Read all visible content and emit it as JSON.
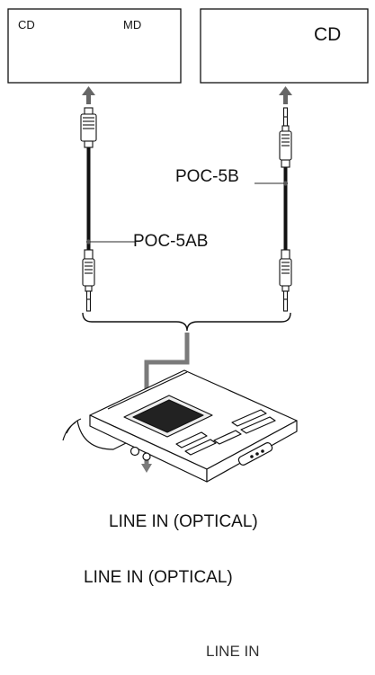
{
  "devices": {
    "left_box": {
      "label_cd": "CD",
      "label_md": "MD"
    },
    "right_box": {
      "label_cd": "CD"
    }
  },
  "cables": {
    "right": "POC-5B",
    "left": "POC-5AB"
  },
  "captions": {
    "line1": "LINE IN (OPTICAL)",
    "line2": "LINE IN (OPTICAL)",
    "line3": "LINE IN"
  }
}
